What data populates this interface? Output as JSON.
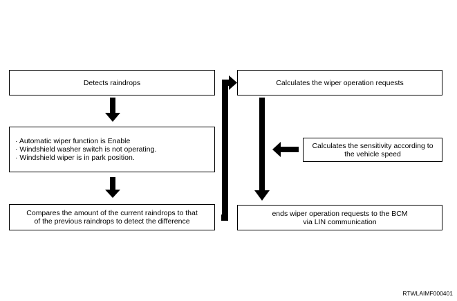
{
  "boxes": {
    "detects": {
      "lines": [
        "Detects raindrops"
      ]
    },
    "conditions": {
      "lines": [
        "· Automatic wiper function is Enable",
        "· Windshield washer switch is not operating.",
        "· Windshield wiper is in park position."
      ]
    },
    "compares": {
      "lines": [
        "Compares the amount of the current raindrops to that",
        "of the previous raindrops to detect the difference"
      ]
    },
    "calculates": {
      "lines": [
        "Calculates the wiper operation requests"
      ]
    },
    "sensitivity": {
      "lines": [
        "Calculates the sensitivity according to",
        "the vehicle speed"
      ]
    },
    "sends": {
      "lines": [
        "ends wiper operation requests to the BCM",
        "via LIN communication"
      ]
    }
  },
  "figure_code": "RTWLAIMF000401"
}
